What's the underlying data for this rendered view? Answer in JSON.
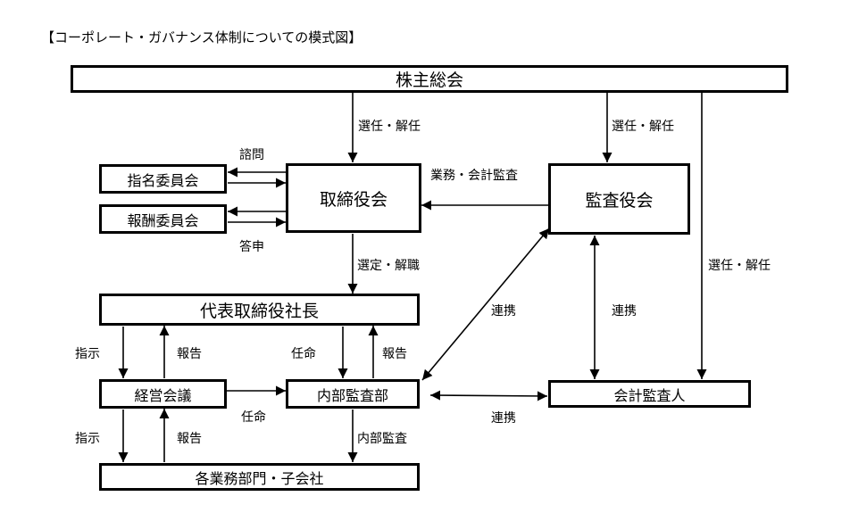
{
  "title": "【コーポレート・ガバナンス体制についての模式図】",
  "nodes": {
    "shareholders_meeting": "株主総会",
    "board_of_directors": "取締役会",
    "audit_board": "監査役会",
    "nomination_committee": "指名委員会",
    "compensation_committee": "報酬委員会",
    "president": "代表取締役社長",
    "management_meeting": "経営会議",
    "internal_audit_dept": "内部監査部",
    "accounting_auditor": "会計監査人",
    "business_units": "各業務部門・子会社"
  },
  "edges": {
    "gm_to_board": "選任・解任",
    "gm_to_audit_board": "選任・解任",
    "gm_to_accounting_auditor": "選任・解任",
    "consultation": "諮問",
    "report_answer": "答申",
    "audit_to_board": "業務・会計監査",
    "board_to_president": "選定・解職",
    "coop_audit_internal": "連携",
    "coop_audit_accounting": "連携",
    "coop_internal_accounting": "連携",
    "president_to_mgmt": "指示",
    "mgmt_to_president": "報告",
    "president_to_internal": "任命",
    "internal_to_president": "報告",
    "mgmt_to_internal": "任命",
    "mgmt_to_units": "指示",
    "units_to_mgmt": "報告",
    "internal_to_units": "内部監査"
  }
}
